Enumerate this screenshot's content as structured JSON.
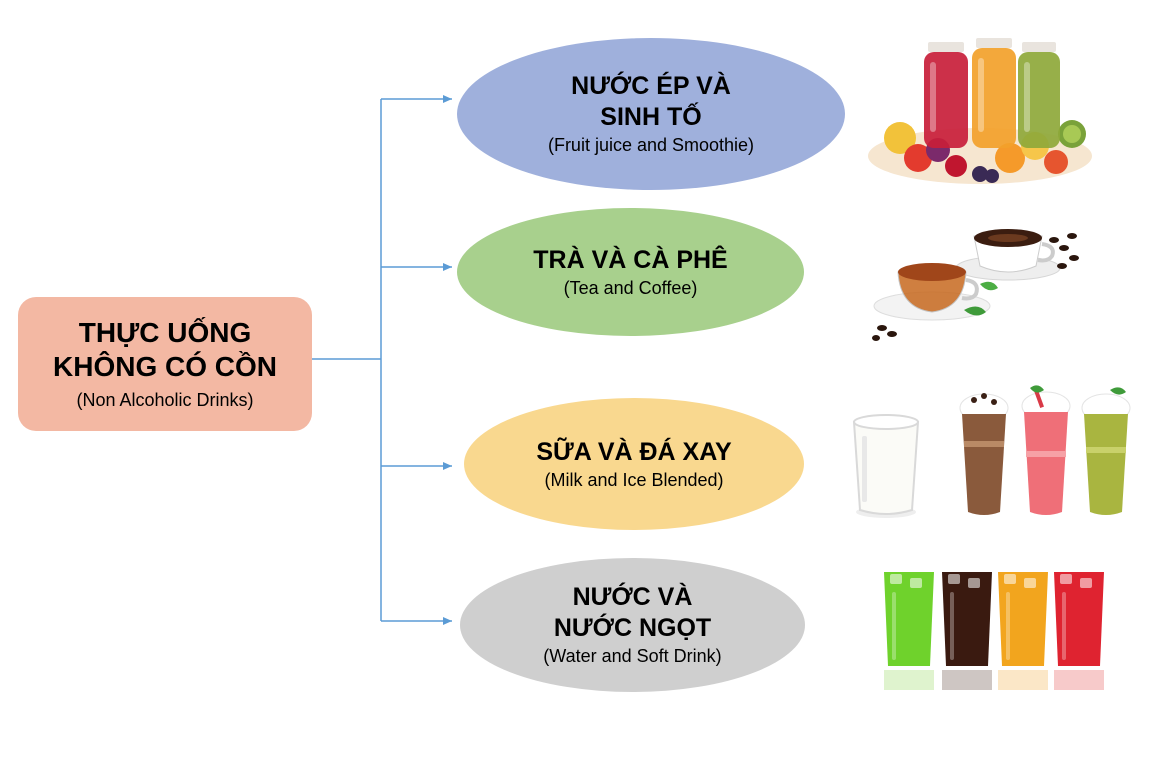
{
  "root": {
    "title_line1": "THỰC UỐNG",
    "title_line2": "KHÔNG CÓ CỒN",
    "subtitle": "(Non Alcoholic Drinks)",
    "color": "#f3b8a3"
  },
  "categories": [
    {
      "title_line1": "NƯỚC ÉP VÀ",
      "title_line2": "SINH TỐ",
      "subtitle": "(Fruit juice and Smoothie)",
      "color": "#9fb0dc",
      "image": "juice-bottles-fruit"
    },
    {
      "title_line1": "TRÀ VÀ CÀ PHÊ",
      "title_line2": "",
      "subtitle": "(Tea and Coffee)",
      "color": "#a8d08d",
      "image": "tea-and-coffee-cups"
    },
    {
      "title_line1": "SỮA VÀ ĐÁ XAY",
      "title_line2": "",
      "subtitle": "(Milk and Ice Blended)",
      "color": "#f9d88f",
      "image": "milk-and-blended-drinks"
    },
    {
      "title_line1": "NƯỚC VÀ",
      "title_line2": "NƯỚC NGỌT",
      "subtitle": "(Water and Soft Drink)",
      "color": "#cfcfcf",
      "image": "soft-drink-glasses"
    }
  ],
  "connector_color": "#5b9bd5"
}
